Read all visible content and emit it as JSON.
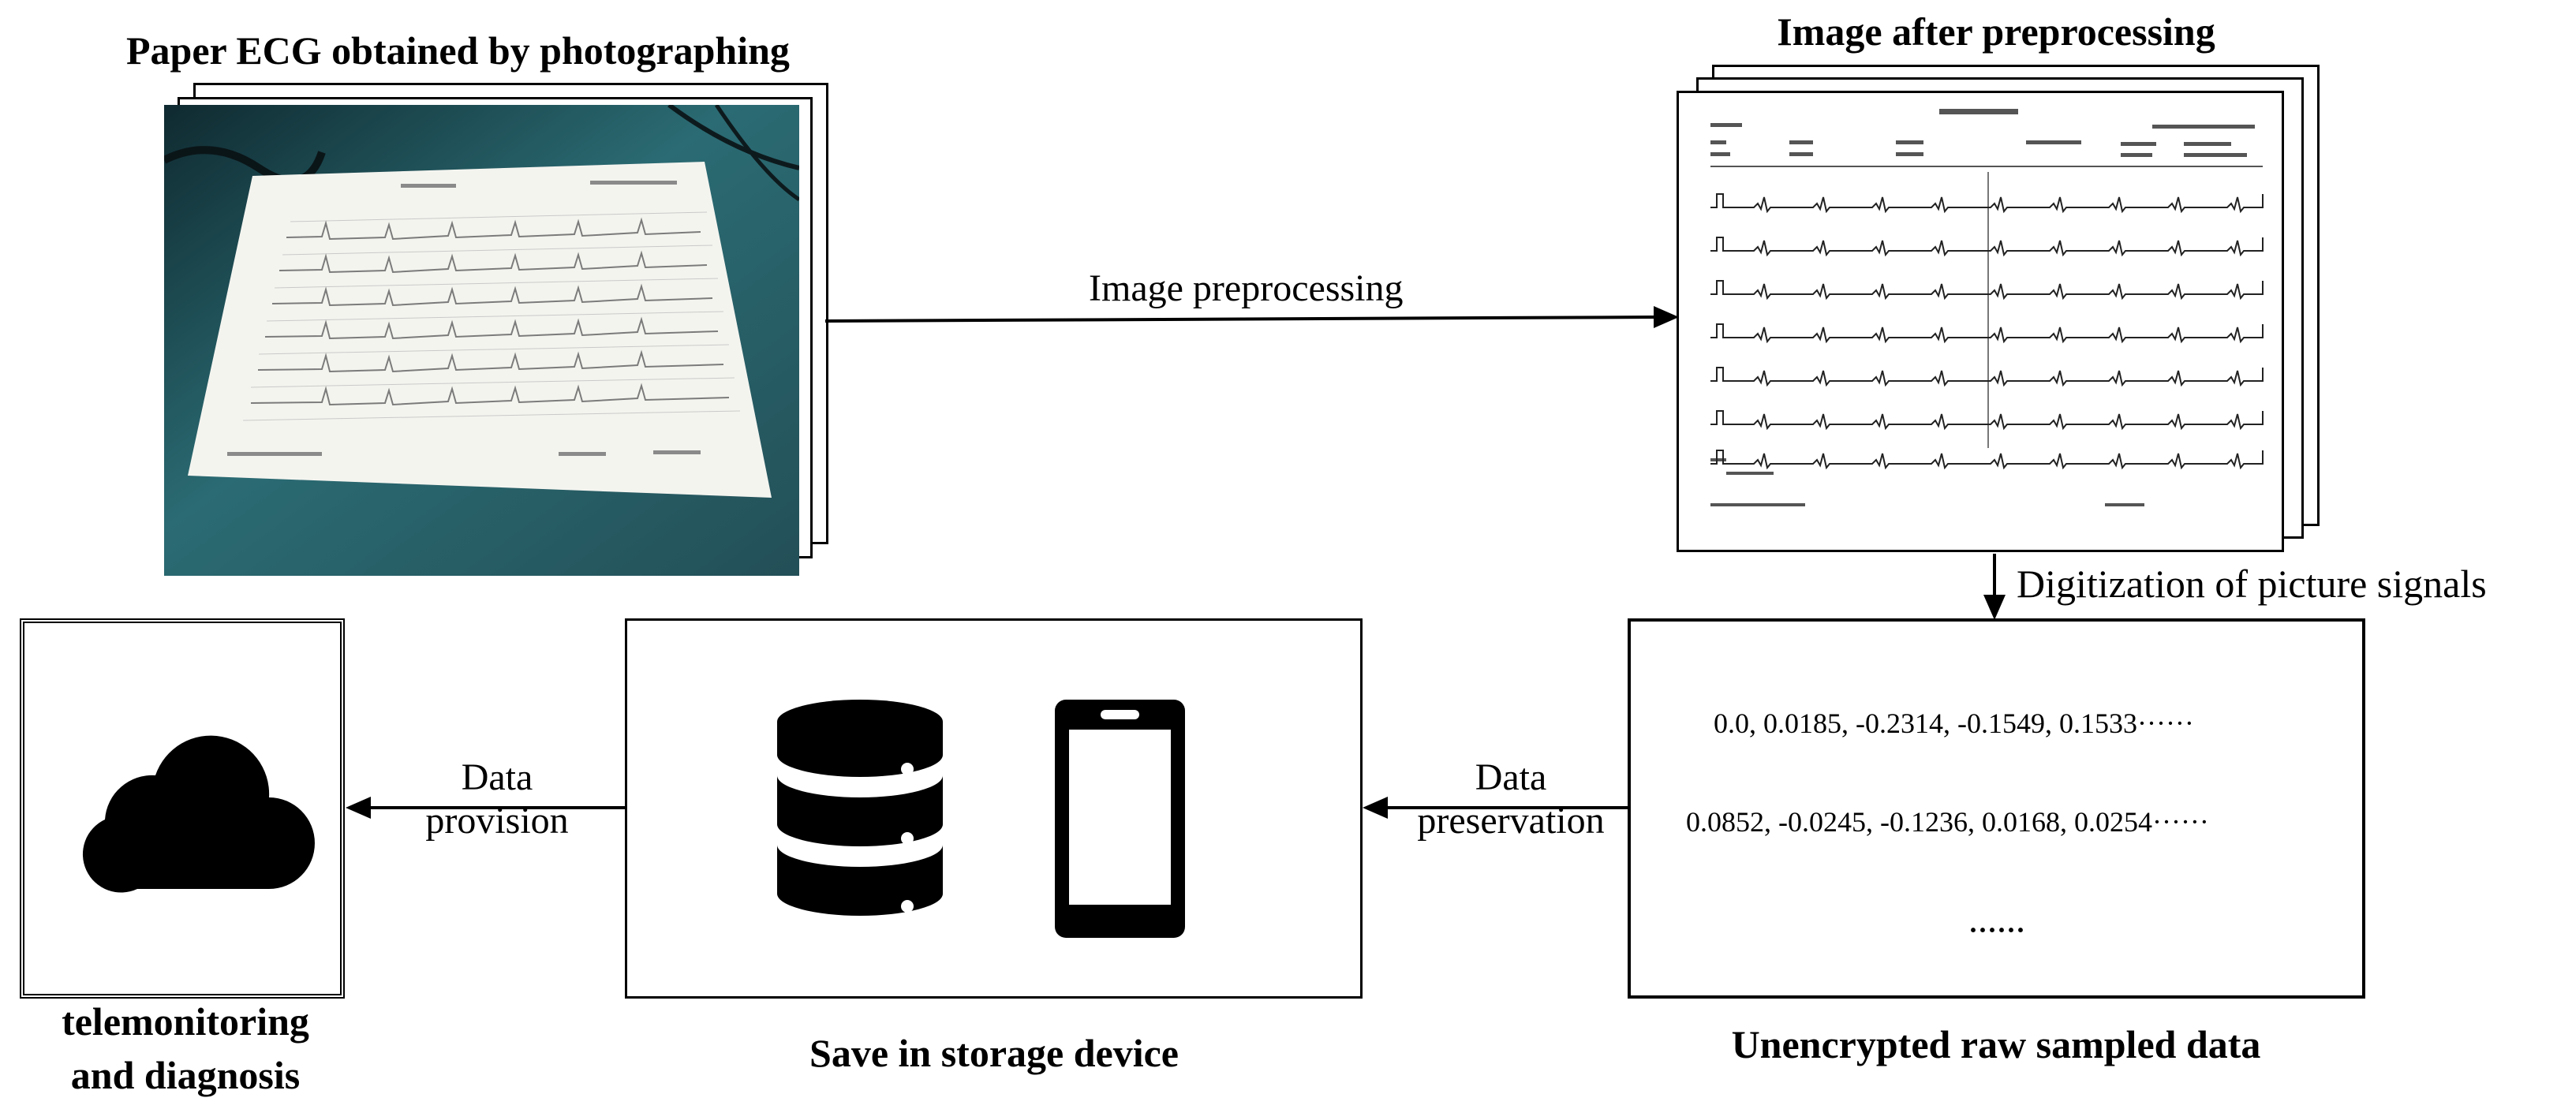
{
  "titles": {
    "paper_ecg": "Paper ECG obtained by photographing",
    "preprocessed": "Image after preprocessing",
    "unencrypted": "Unencrypted raw sampled data",
    "storage": "Save in storage device",
    "telemonitoring_line1": "telemonitoring",
    "telemonitoring_line2": "and diagnosis"
  },
  "arrows": {
    "image_preprocessing": "Image preprocessing",
    "digitization": "Digitization of picture signals",
    "data_preservation_line1": "Data",
    "data_preservation_line2": "preservation",
    "data_provision_line1": "Data",
    "data_provision_line2": "provision"
  },
  "raw_data": {
    "row1": "0.0, 0.0185, -0.2314, -0.1549, 0.1533······",
    "row2": "0.0852, -0.0245, -0.1236, 0.0168, 0.0254······",
    "row3": "······"
  },
  "icons": [
    "cloud-icon",
    "database-icon",
    "smartphone-icon"
  ],
  "colors": {
    "stroke": "#000000",
    "photo_background": "#2a5f66",
    "paper": "#f4f4ef"
  }
}
